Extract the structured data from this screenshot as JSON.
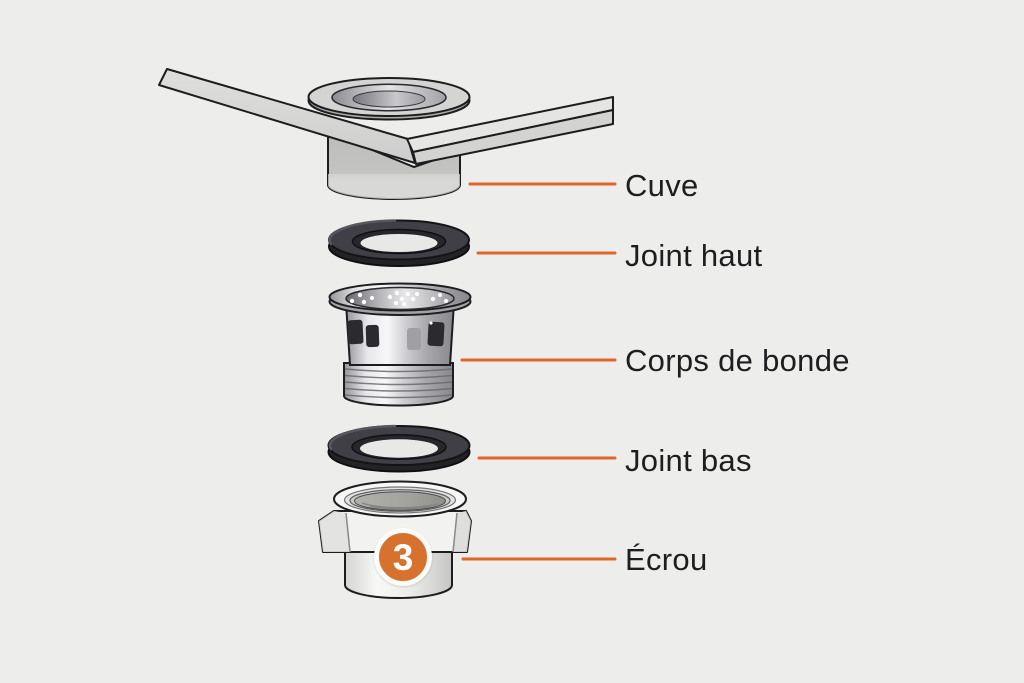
{
  "diagram": {
    "background_color": "#EDEDEB",
    "accent_color": "#E06528",
    "text_color": "#1E1E20",
    "badge": {
      "number": "3",
      "color": "#D7722E"
    },
    "parts": [
      {
        "id": "cuve",
        "label": "Cuve"
      },
      {
        "id": "joint-haut",
        "label": "Joint haut"
      },
      {
        "id": "corps-de-bonde",
        "label": "Corps de bonde"
      },
      {
        "id": "joint-bas",
        "label": "Joint bas"
      },
      {
        "id": "ecrou",
        "label": "Écrou"
      }
    ]
  }
}
